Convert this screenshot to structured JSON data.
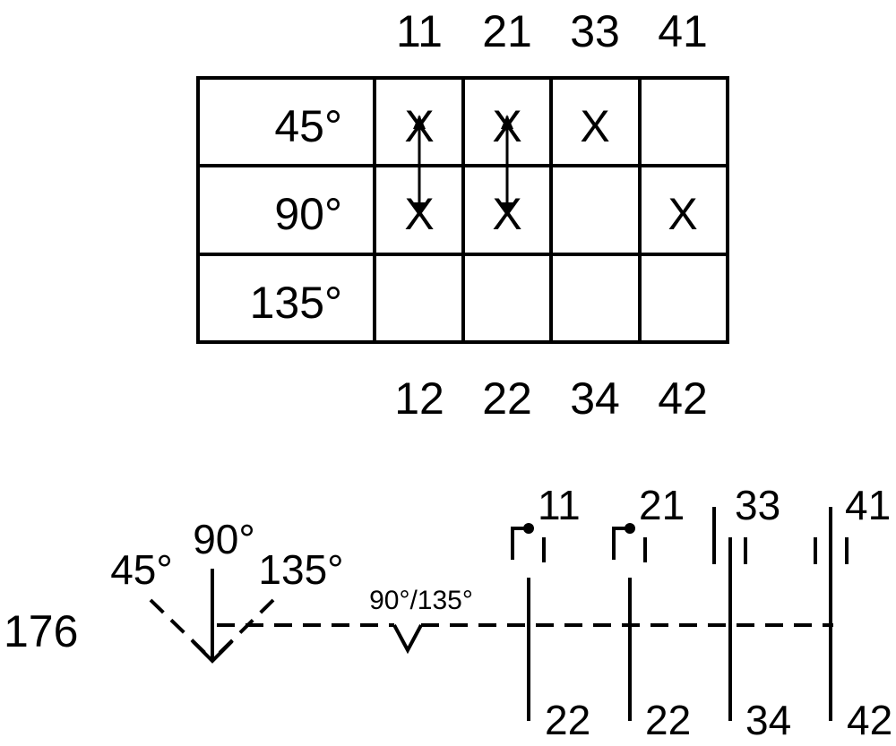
{
  "table": {
    "top_labels": [
      "11",
      "21",
      "33",
      "41"
    ],
    "bottom_labels": [
      "12",
      "22",
      "34",
      "42"
    ],
    "rows": [
      {
        "angle": "45°",
        "cells": [
          "X",
          "X",
          "X",
          ""
        ]
      },
      {
        "angle": "90°",
        "cells": [
          "X",
          "X",
          "",
          "X"
        ]
      },
      {
        "angle": "135°",
        "cells": [
          "",
          "",
          "",
          ""
        ]
      }
    ]
  },
  "schematic": {
    "ref": "176",
    "angle_45": "45°",
    "angle_90": "90°",
    "angle_135": "135°",
    "detent_label": "90°/135°",
    "contacts": [
      {
        "top": "11",
        "bottom": "22"
      },
      {
        "top": "21",
        "bottom": "22"
      },
      {
        "top": "33",
        "bottom": "34"
      },
      {
        "top": "41",
        "bottom": "42"
      }
    ]
  }
}
